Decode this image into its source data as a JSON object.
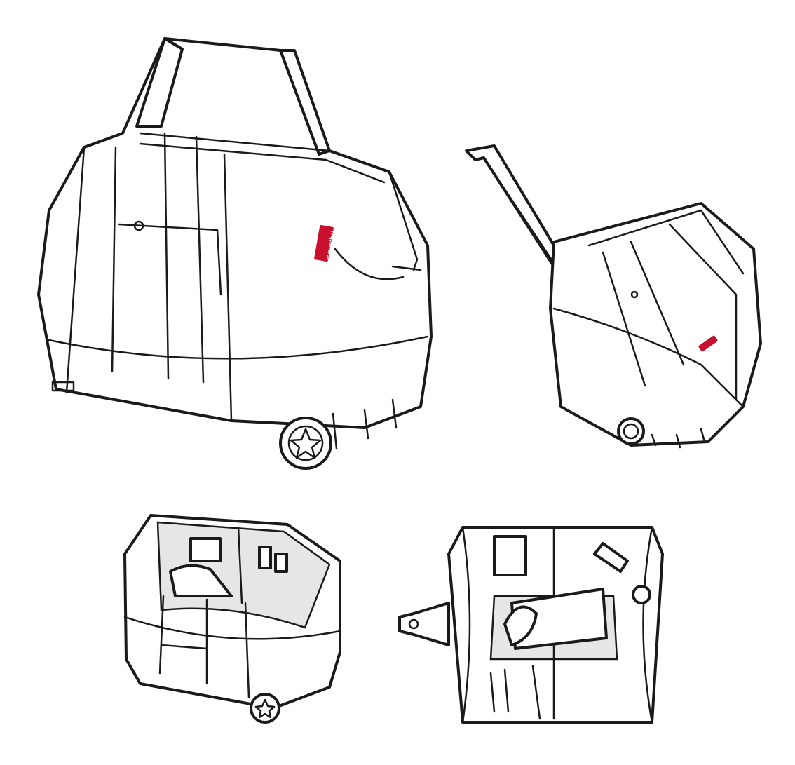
{
  "illustration": {
    "subject": "rolling travel bag line-art views",
    "brand_label": "reisenthel",
    "label_color": "#c8102e",
    "line_color": "#1a1a1a",
    "fill_color": "#ffffff",
    "lining_color": "#e6e6e6",
    "views": [
      {
        "name": "front-three-quarter view"
      },
      {
        "name": "trolley handle extended view"
      },
      {
        "name": "open interior side view"
      },
      {
        "name": "open interior top view"
      }
    ]
  }
}
